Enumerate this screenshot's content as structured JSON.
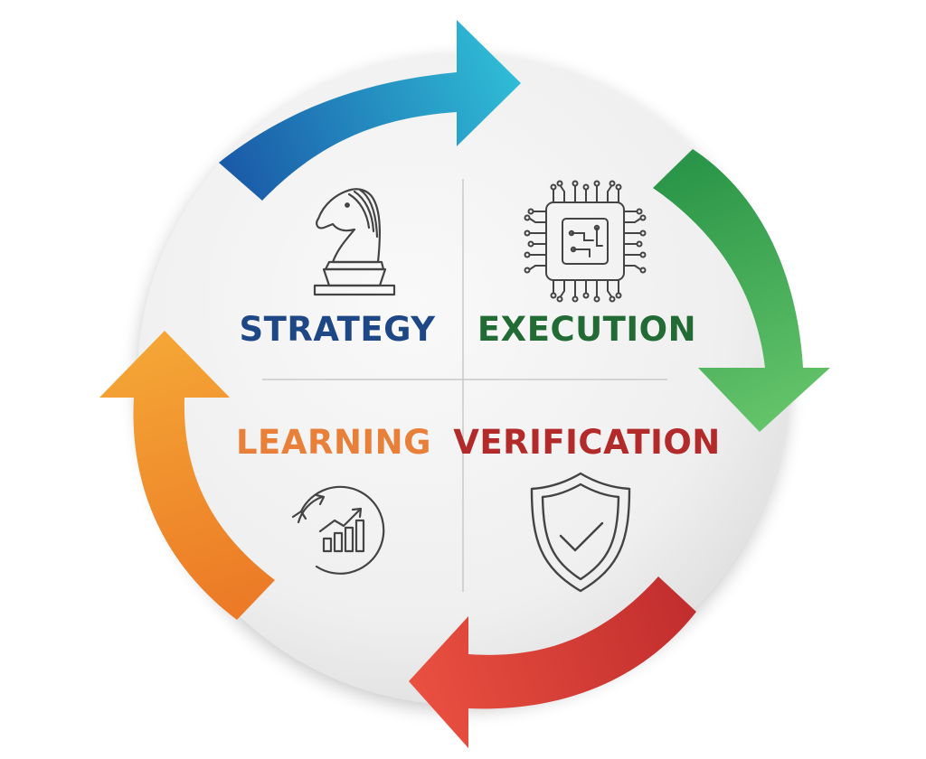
{
  "quadrants": {
    "strategy": {
      "label": "STRATEGY",
      "color": "#1e4785",
      "icon": "chess-knight-icon"
    },
    "execution": {
      "label": "EXECUTION",
      "color": "#226b35",
      "icon": "circuit-chip-icon"
    },
    "learning": {
      "label": "LEARNING",
      "color": "#e8803a",
      "icon": "growth-chart-cycle-icon"
    },
    "verification": {
      "label": "VERIFICATION",
      "color": "#b22a2a",
      "icon": "shield-check-icon"
    }
  },
  "cycle_arrows": {
    "top": {
      "from": "#1a5aa8",
      "to": "#2fbcd6"
    },
    "right": {
      "from": "#2a9548",
      "to": "#64c46a"
    },
    "bottom": {
      "from": "#c22e2e",
      "to": "#ea5040"
    },
    "left": {
      "from": "#ec7a26",
      "to": "#f4a535"
    }
  },
  "icon_stroke_color": "#444444"
}
